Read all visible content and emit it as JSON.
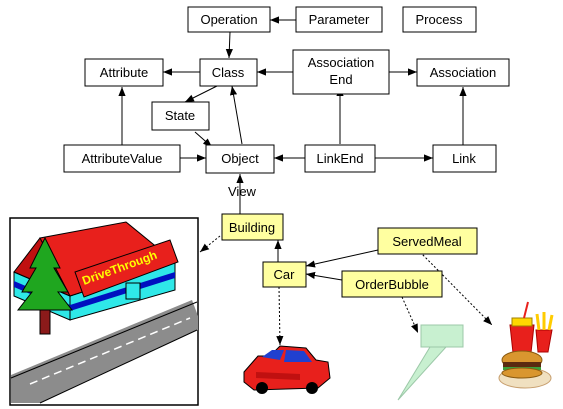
{
  "meta_nodes": {
    "operation": "Operation",
    "parameter": "Parameter",
    "process": "Process",
    "attribute": "Attribute",
    "class": "Class",
    "association_end": [
      "Association",
      "End"
    ],
    "association": "Association",
    "state": "State",
    "attribute_value": "AttributeValue",
    "object": "Object",
    "link_end": "LinkEnd",
    "link": "Link"
  },
  "view_label": "View",
  "instance_nodes": {
    "building": "Building",
    "car": "Car",
    "served_meal": "ServedMeal",
    "order_bubble": "OrderBubble"
  },
  "scene": {
    "sign_text": "DriveThrough"
  },
  "colors": {
    "instance_fill": "#ffffa0",
    "roof_red": "#e8201c",
    "wall_cyan": "#2fe8e8",
    "tree_green": "#1fa61f",
    "bubble_green": "#c8f0d0",
    "road_gray": "#909090",
    "sign_yellow": "#ffff00"
  }
}
